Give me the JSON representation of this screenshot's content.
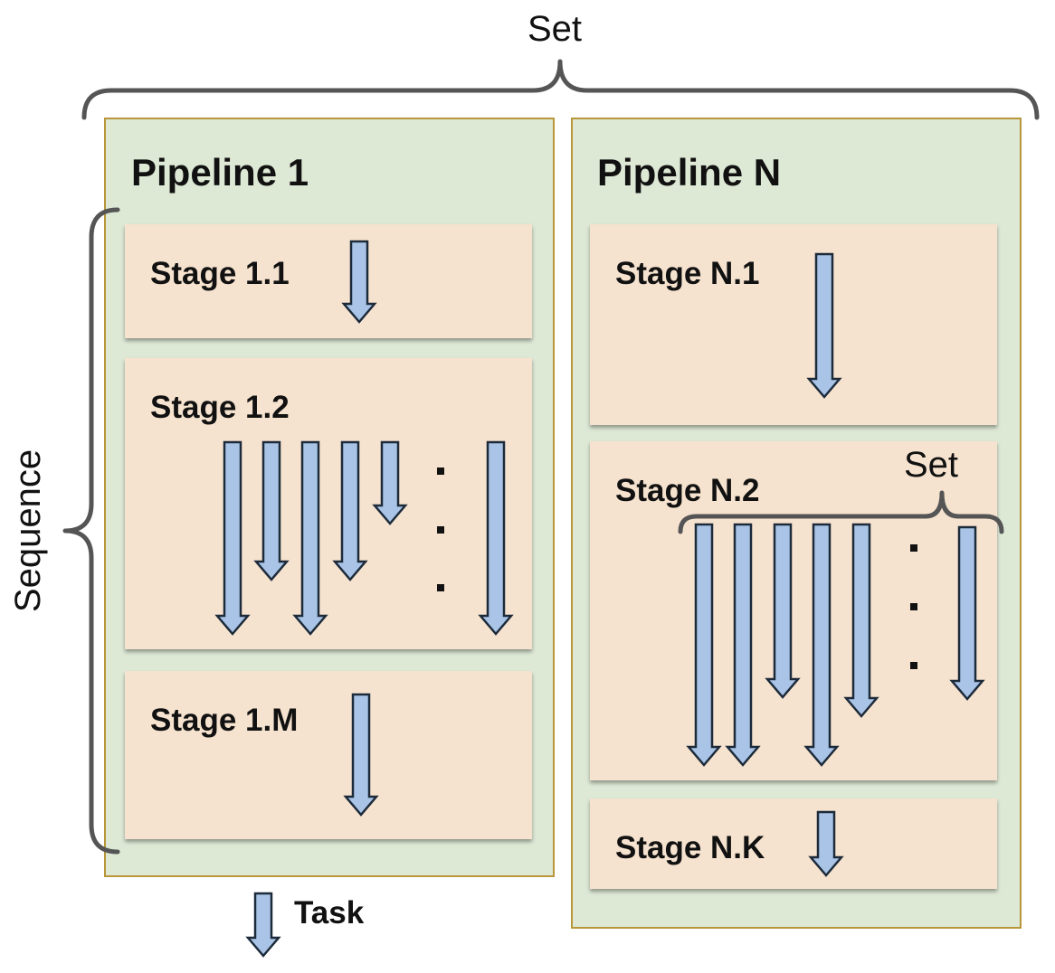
{
  "outer_set_label": "Set",
  "sequence_label": "Sequence",
  "task_label": "Task",
  "pipelines": [
    {
      "title": "Pipeline 1",
      "stages": [
        {
          "label": "Stage 1.1"
        },
        {
          "label": "Stage 1.2"
        },
        {
          "label": "Stage 1.M"
        }
      ]
    },
    {
      "title": "Pipeline N",
      "stages": [
        {
          "label": "Stage N.1"
        },
        {
          "label": "Stage N.2",
          "set_label": "Set"
        },
        {
          "label": "Stage N.K"
        }
      ]
    }
  ],
  "colors": {
    "pipeline_fill": "#dde8d5",
    "pipeline_border": "#b8963a",
    "stage_fill": "#f6e3cf",
    "arrow_fill": "#a9c4e6",
    "brace": "#555555"
  }
}
